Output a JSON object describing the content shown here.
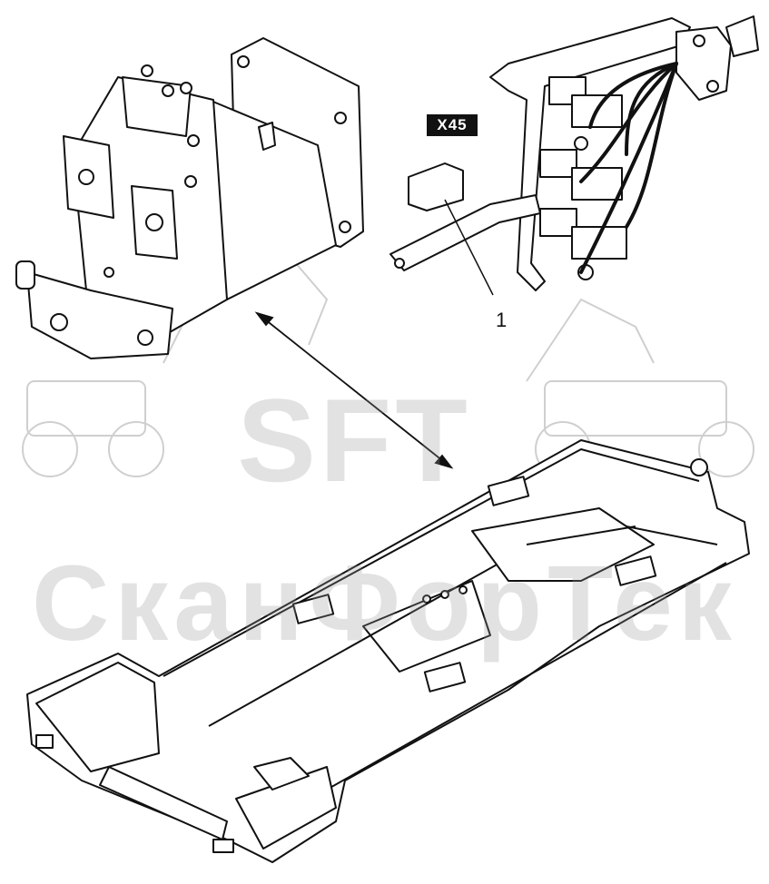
{
  "labels": {
    "connector_tag": "X45",
    "callout_number": "1"
  },
  "watermark": {
    "logo_text": "SFT",
    "company_text": "СканФорТек"
  },
  "colors": {
    "line": "#111111",
    "watermark": "#969696",
    "tag_background": "#111111",
    "tag_text": "#ffffff"
  }
}
